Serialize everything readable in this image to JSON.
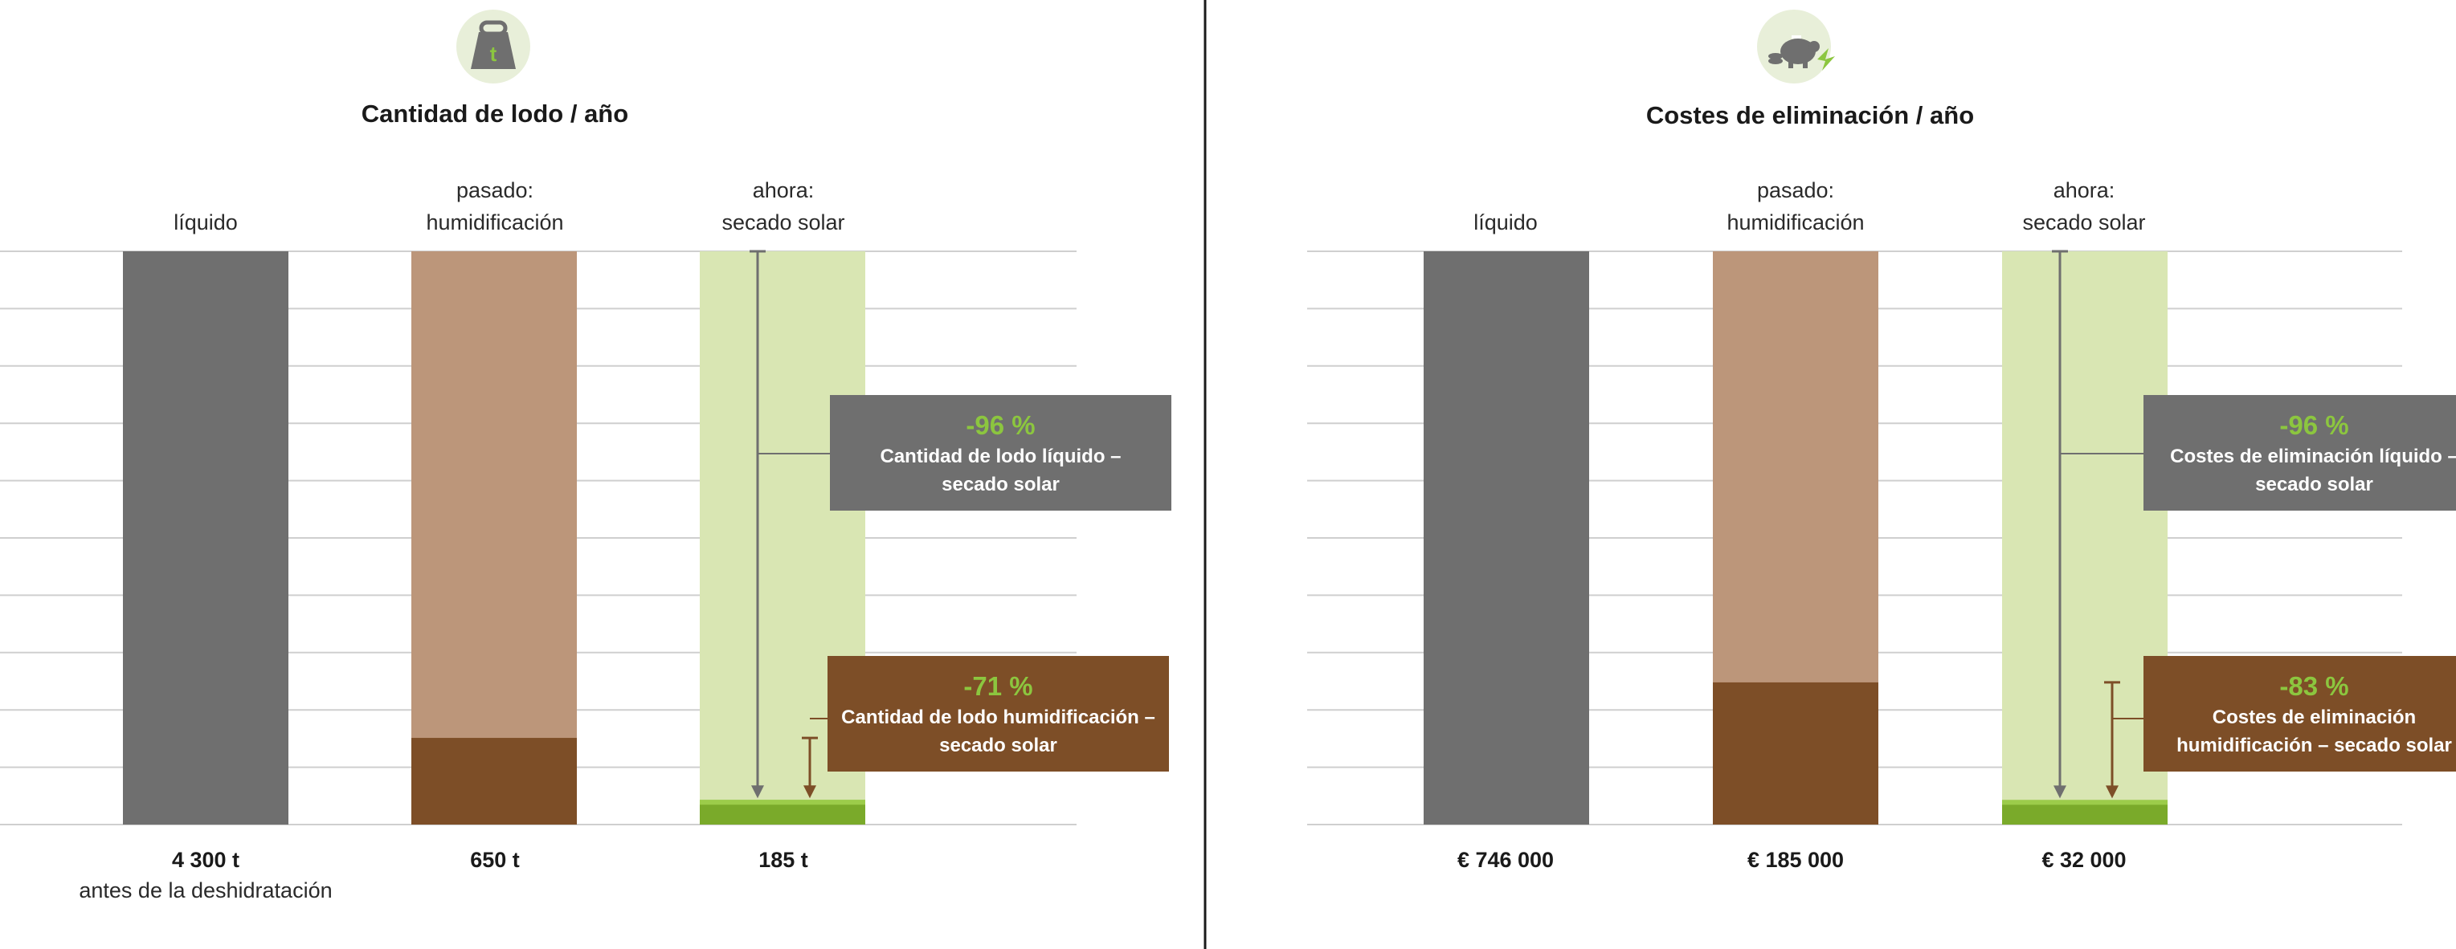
{
  "colors": {
    "liquid": "#6f6f6f",
    "humid_light": "#bc967a",
    "humid_dark": "#7d4e27",
    "solar_light": "#d9e6b3",
    "solar_green": "#7aaa2a",
    "callout_gray": "#6f6f6f",
    "callout_brown": "#7d4e27",
    "accent_green": "#8cc63f",
    "grid": "#cfcfcf",
    "divider": "#1a1a1a"
  },
  "icons": {
    "left": "weight-icon",
    "left_letter": "t",
    "right": "piggy-bank-icon"
  },
  "chart_data": [
    {
      "type": "bar",
      "title": "Cantidad de lodo / año",
      "categories": [
        {
          "line1": "",
          "line2": "líquido"
        },
        {
          "line1": "pasado:",
          "line2": "humidificación"
        },
        {
          "line1": "ahora:",
          "line2": "secado solar"
        }
      ],
      "values": [
        4300,
        650,
        185
      ],
      "value_labels": [
        "4 300 t",
        "650 t",
        "185 t"
      ],
      "notes": [
        "antes de la deshidratación",
        "",
        ""
      ],
      "ylim": [
        0,
        4300
      ],
      "grid": true,
      "callouts": [
        {
          "percent": "-96 %",
          "line1": "Cantidad de lodo líquido –",
          "line2": "secado solar",
          "color": "gray"
        },
        {
          "percent": "-71 %",
          "line1": "Cantidad de lodo humidificación –",
          "line2": "secado solar",
          "color": "brown"
        }
      ]
    },
    {
      "type": "bar",
      "title": "Costes de eliminación / año",
      "categories": [
        {
          "line1": "",
          "line2": "líquido"
        },
        {
          "line1": "pasado:",
          "line2": "humidificación"
        },
        {
          "line1": "ahora:",
          "line2": "secado solar"
        }
      ],
      "values": [
        746000,
        185000,
        32000
      ],
      "value_labels": [
        "€ 746 000",
        "€ 185 000",
        "€ 32 000"
      ],
      "notes": [
        "",
        "",
        ""
      ],
      "ylim": [
        0,
        746000
      ],
      "grid": true,
      "callouts": [
        {
          "percent": "-96 %",
          "line1": "Costes de eliminación líquido –",
          "line2": "secado solar",
          "color": "gray"
        },
        {
          "percent": "-83 %",
          "line1": "Costes de eliminación",
          "line2": "humidificación – secado solar",
          "color": "brown"
        }
      ]
    }
  ]
}
